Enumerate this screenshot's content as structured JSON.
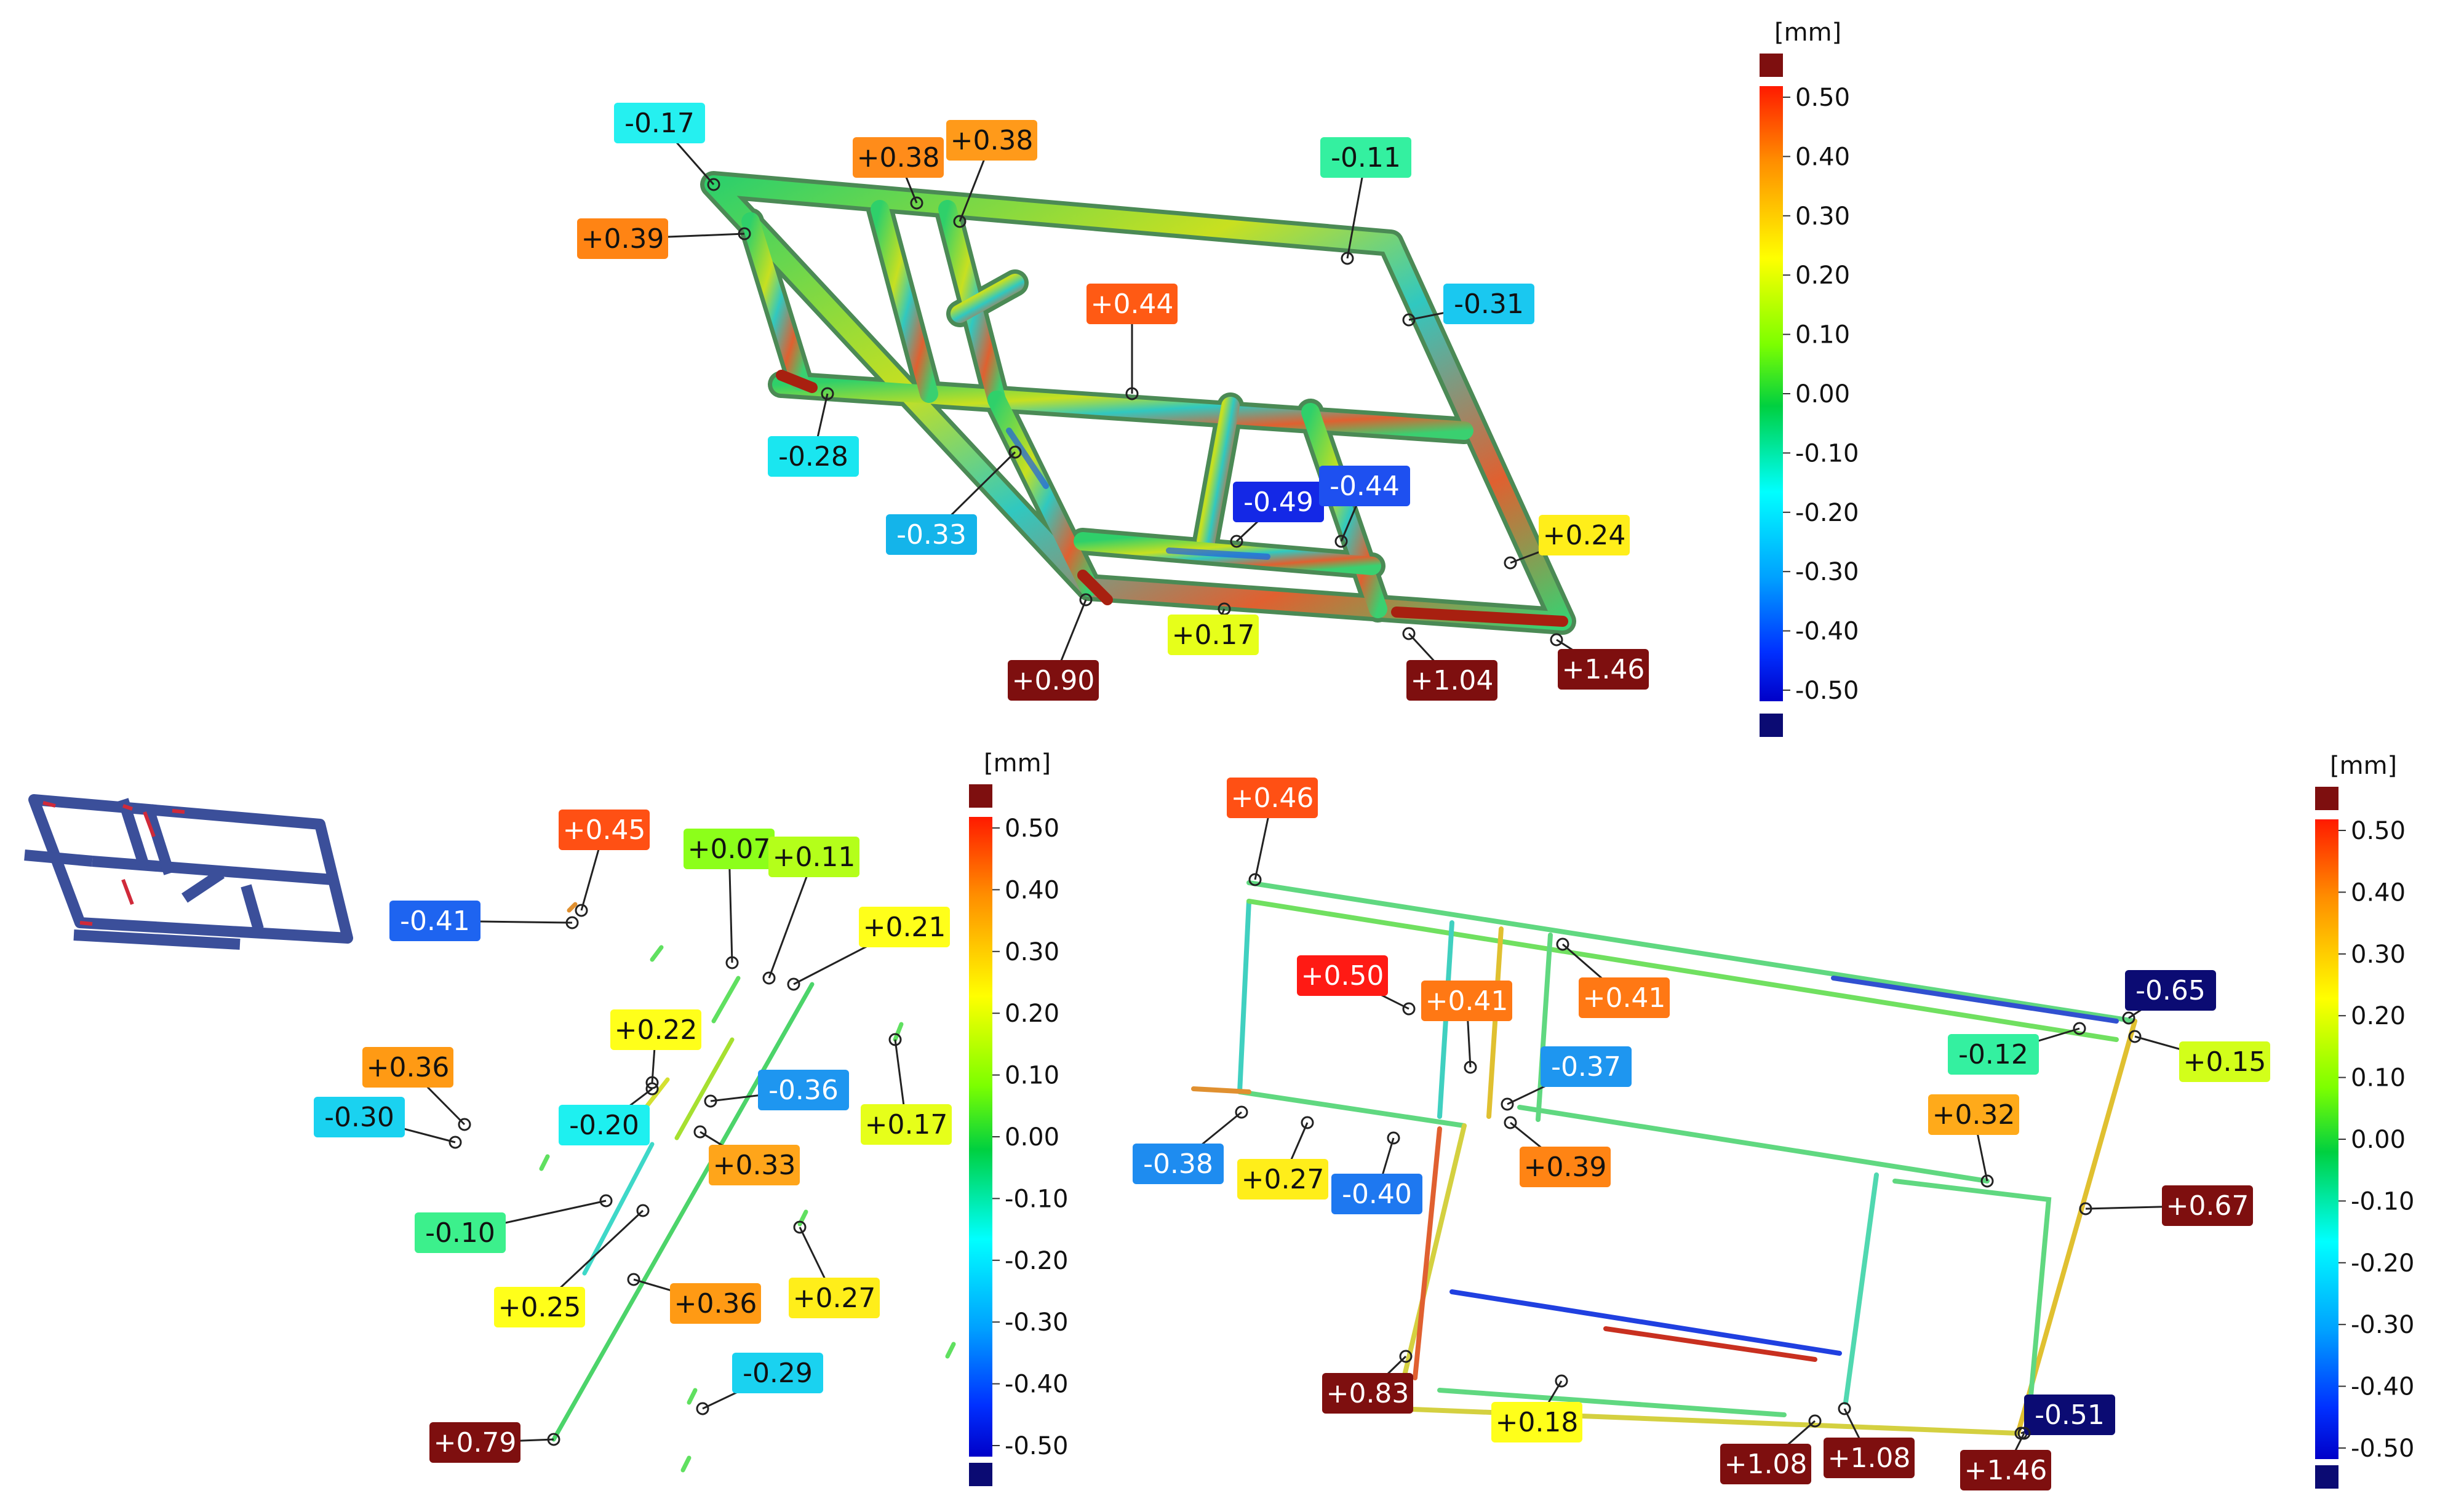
{
  "unit": "[mm]",
  "colors": {
    "over_range": "#7e0f0f",
    "under_range": "#0b0b73",
    "gradient_top_to_bottom": [
      "#ff1a00",
      "#ff8c00",
      "#ffff00",
      "#7cff00",
      "#00d040",
      "#00ffff",
      "#00a0ff",
      "#0030ff",
      "#0000c8"
    ]
  },
  "scale_ticks": [
    "0.50",
    "0.40",
    "0.30",
    "0.20",
    "0.10",
    "0.00",
    "-0.10",
    "-0.20",
    "-0.30",
    "-0.40",
    "-0.50"
  ],
  "views": {
    "top_3d": {
      "labels": [
        {
          "text": "-0.17",
          "color": "#25f0f0"
        },
        {
          "text": "+0.38",
          "color": "#ff8c1a"
        },
        {
          "text": "+0.38",
          "color": "#ff9a1a"
        },
        {
          "text": "-0.11",
          "color": "#34f0a0"
        },
        {
          "text": "+0.39",
          "color": "#ff8414"
        },
        {
          "text": "+0.44",
          "color": "#ff5a14"
        },
        {
          "text": "-0.31",
          "color": "#1ac8f0"
        },
        {
          "text": "-0.28",
          "color": "#1ae6f0"
        },
        {
          "text": "-0.33",
          "color": "#14b4ea"
        },
        {
          "text": "-0.49",
          "color": "#1428e6"
        },
        {
          "text": "-0.44",
          "color": "#1e50f0"
        },
        {
          "text": "+0.24",
          "color": "#ffee1a"
        },
        {
          "text": "+0.17",
          "color": "#e6ff1a"
        },
        {
          "text": "+0.90",
          "color": "#7e0f0f"
        },
        {
          "text": "+1.04",
          "color": "#7e0f0f"
        },
        {
          "text": "+1.46",
          "color": "#7e0f0f"
        }
      ]
    },
    "bottom_left_section": {
      "labels": [
        {
          "text": "+0.45",
          "color": "#ff5014"
        },
        {
          "text": "+0.07",
          "color": "#8cff1a"
        },
        {
          "text": "+0.11",
          "color": "#b4ff1a"
        },
        {
          "text": "-0.41",
          "color": "#1e64f0"
        },
        {
          "text": "+0.21",
          "color": "#ffff1a"
        },
        {
          "text": "+0.22",
          "color": "#ffff1a"
        },
        {
          "text": "+0.36",
          "color": "#ff9a14"
        },
        {
          "text": "-0.36",
          "color": "#1e96f0"
        },
        {
          "text": "-0.30",
          "color": "#1ad2f0"
        },
        {
          "text": "-0.20",
          "color": "#1ef0f0"
        },
        {
          "text": "+0.17",
          "color": "#e6ff1a"
        },
        {
          "text": "+0.33",
          "color": "#ffa51a"
        },
        {
          "text": "-0.10",
          "color": "#3cf08c"
        },
        {
          "text": "+0.25",
          "color": "#ffff1a"
        },
        {
          "text": "+0.36",
          "color": "#ff9a14"
        },
        {
          "text": "+0.27",
          "color": "#ffee1a"
        },
        {
          "text": "-0.29",
          "color": "#1ad2f0"
        },
        {
          "text": "+0.79",
          "color": "#7e0f0f"
        }
      ]
    },
    "bottom_right_section": {
      "labels": [
        {
          "text": "+0.46",
          "color": "#ff5014"
        },
        {
          "text": "+0.50",
          "color": "#ff1a14"
        },
        {
          "text": "+0.41",
          "color": "#ff7814"
        },
        {
          "text": "+0.41",
          "color": "#ff7814"
        },
        {
          "text": "-0.65",
          "color": "#0b0b73"
        },
        {
          "text": "-0.37",
          "color": "#1e96f0"
        },
        {
          "text": "-0.12",
          "color": "#34f0a0"
        },
        {
          "text": "+0.15",
          "color": "#d2ff1a"
        },
        {
          "text": "+0.32",
          "color": "#ffaa1a"
        },
        {
          "text": "-0.38",
          "color": "#1e8cf0"
        },
        {
          "text": "+0.27",
          "color": "#ffee1a"
        },
        {
          "text": "-0.40",
          "color": "#1e78f0"
        },
        {
          "text": "+0.39",
          "color": "#ff8414"
        },
        {
          "text": "+0.67",
          "color": "#7e0f0f"
        },
        {
          "text": "+0.83",
          "color": "#7e0f0f"
        },
        {
          "text": "+0.18",
          "color": "#ffff1a"
        },
        {
          "text": "-0.51",
          "color": "#0b0b73"
        },
        {
          "text": "+1.08",
          "color": "#7e0f0f"
        },
        {
          "text": "+1.08",
          "color": "#7e0f0f"
        },
        {
          "text": "+1.46",
          "color": "#7e0f0f"
        }
      ]
    }
  }
}
